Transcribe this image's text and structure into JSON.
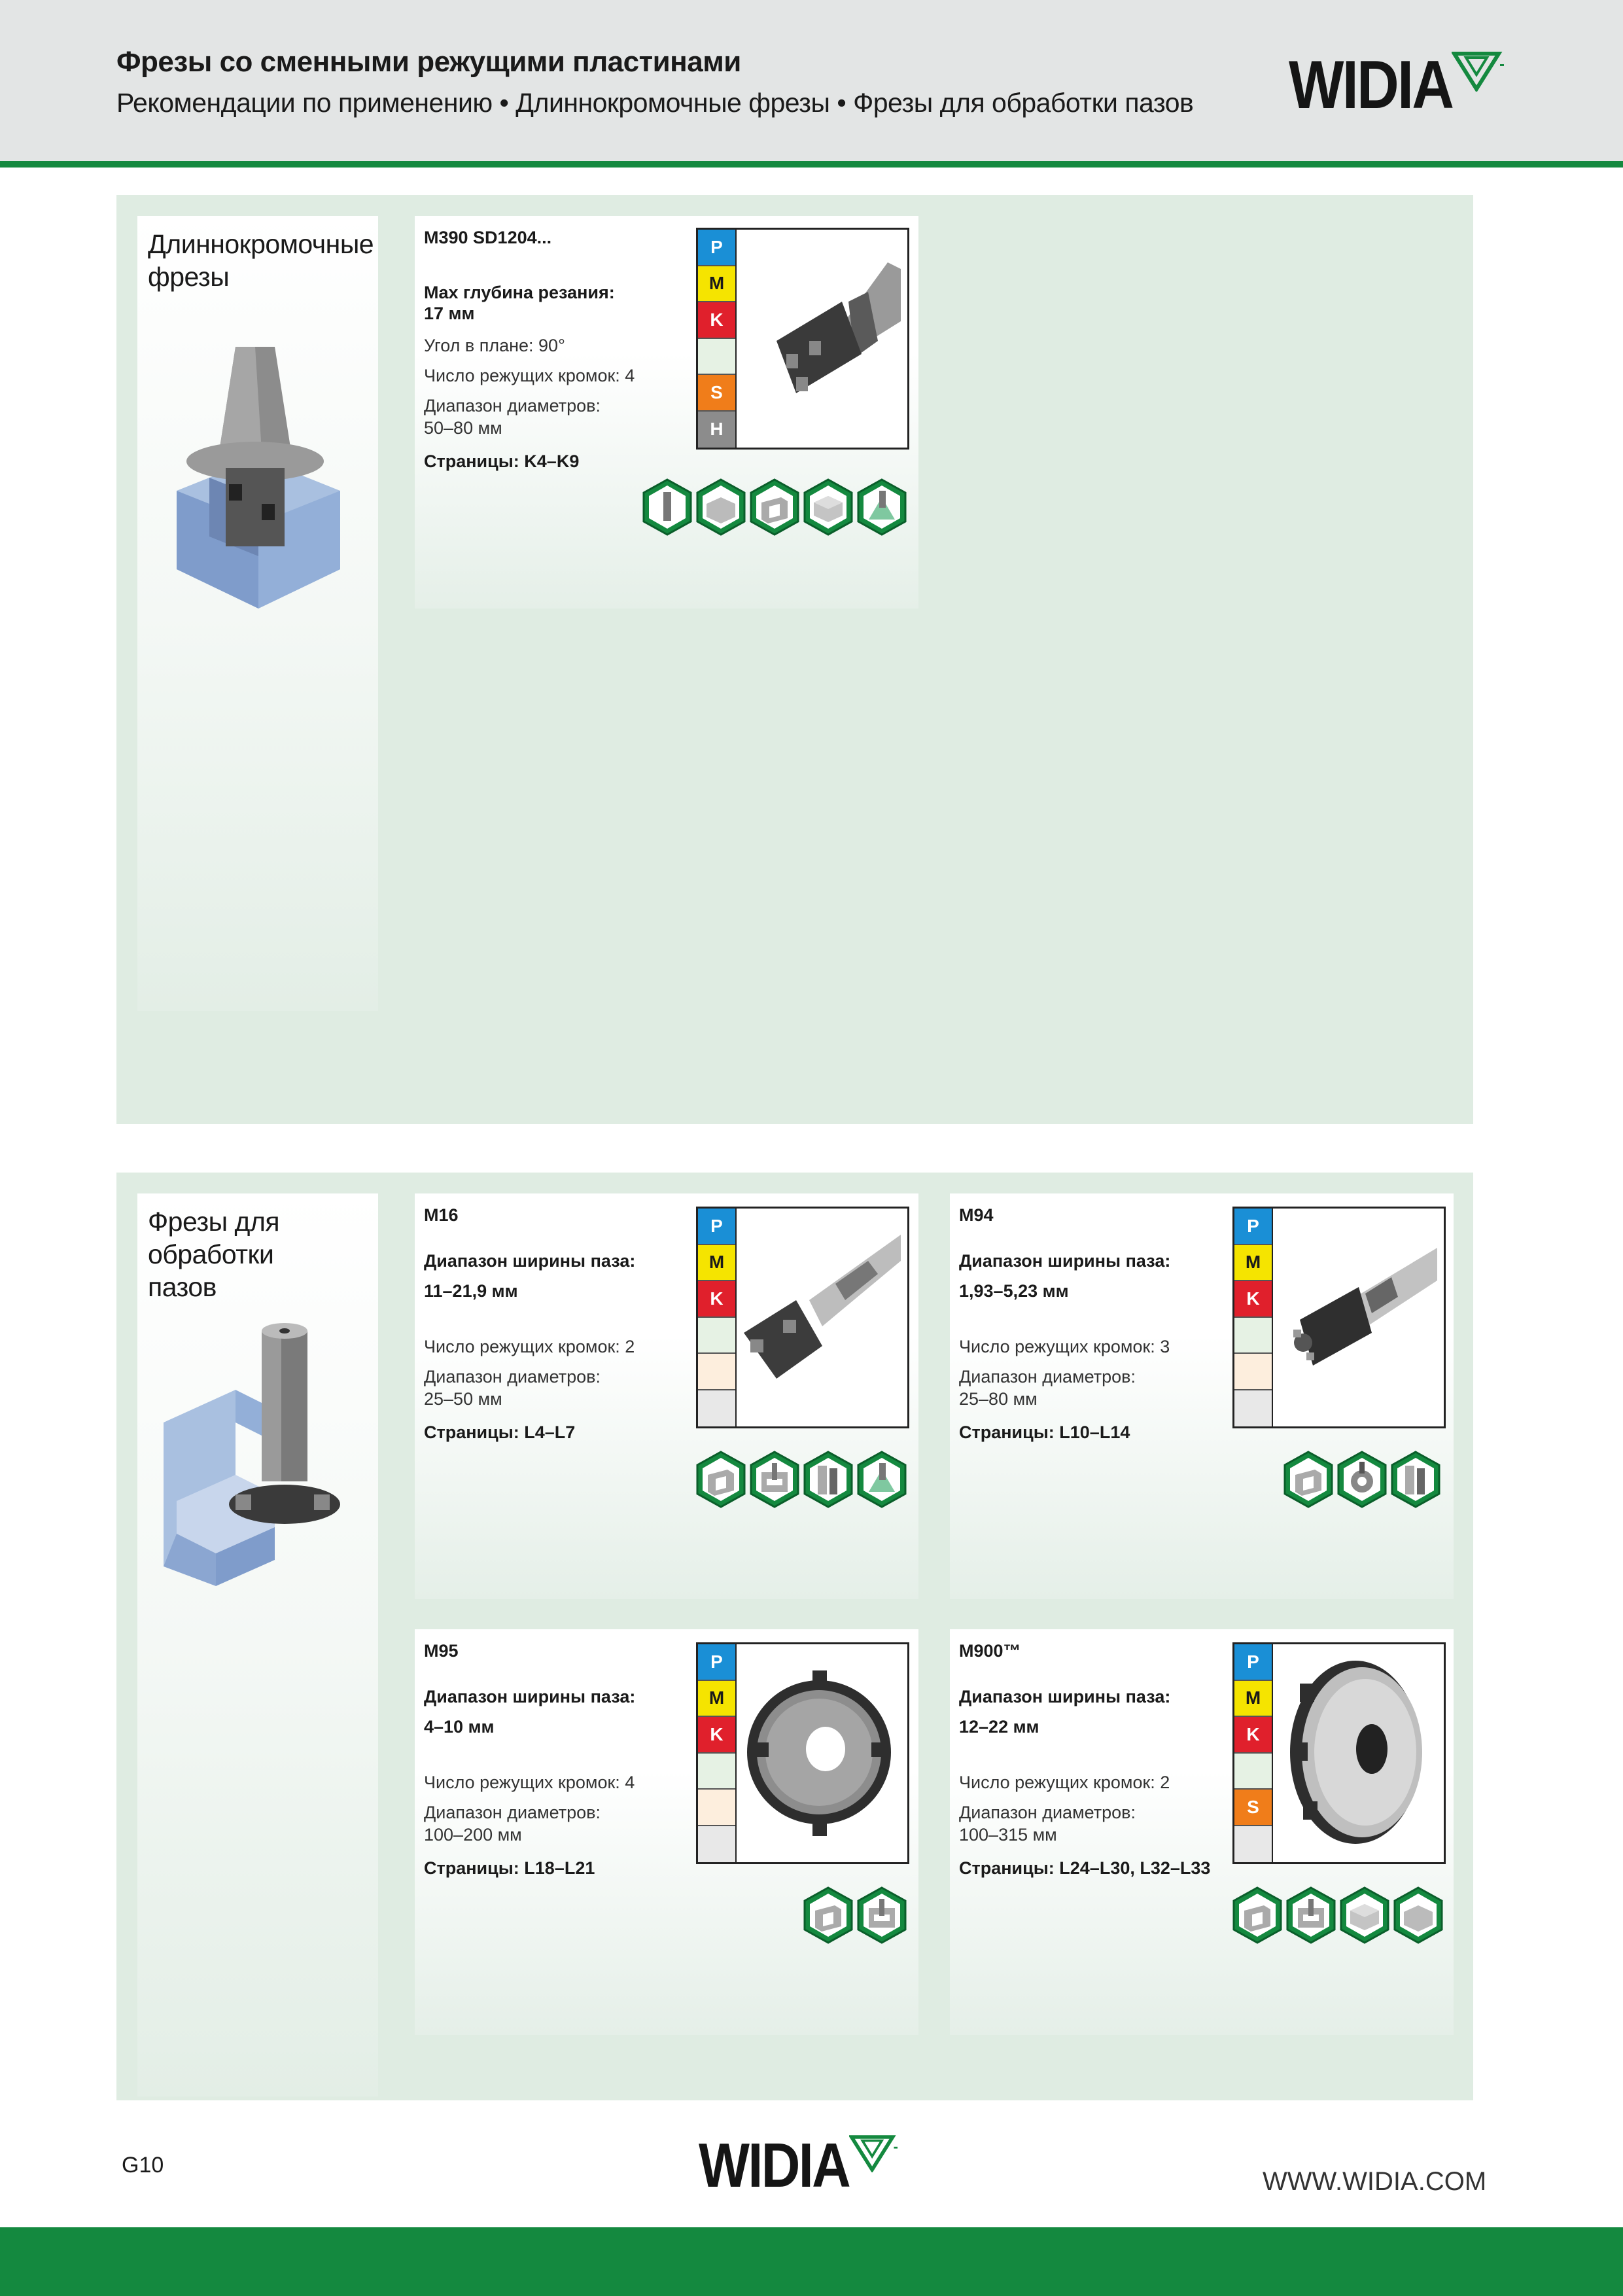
{
  "header": {
    "title": "Фрезы со сменными режущими пластинами",
    "subtitle": "Рекомендации по применению • Длиннокромочные фрезы • Фрезы для обработки пазов",
    "logo": "WIDIA"
  },
  "colors": {
    "brand_green": "#14893f",
    "P": "#1a8fd6",
    "M": "#f5e400",
    "K": "#e0202c",
    "N": "#e6f2e4",
    "S": "#f07d1a",
    "H": "#8c8c8c",
    "S_empty": "#fdeedd",
    "H_empty": "#e8e8e8"
  },
  "sections": [
    {
      "category": "Длиннокромочные\nфрезы",
      "products": [
        {
          "name": "M390 SD1204...",
          "lines_bold": [
            "Max глубина резания:",
            "17 мм"
          ],
          "lines": [
            "Угол в плане: 90°",
            "Число режущих кромок: 4",
            "Диапазон диаметров:",
            "50–80 мм"
          ],
          "pages": "Страницы: K4–K9",
          "materials": [
            "P",
            "M",
            "K",
            "",
            "S",
            "H"
          ],
          "icons": [
            "shank-icon",
            "shoulder-icon",
            "slot-icon",
            "face-icon",
            "ramp-icon"
          ]
        }
      ]
    },
    {
      "category": "Фрезы для\nобработки\nпазов",
      "products": [
        {
          "name": "M16",
          "lines_bold": [
            "Диапазон ширины паза:",
            "11–21,9 мм"
          ],
          "lines": [
            "Число режущих кромок: 2",
            "Диапазон диаметров:",
            "25–50 мм"
          ],
          "pages": "Страницы: L4–L7",
          "materials": [
            "P",
            "M",
            "K",
            "",
            "",
            ""
          ],
          "icons": [
            "slot-icon",
            "t-slot-icon",
            "side-icon",
            "ramp-icon"
          ]
        },
        {
          "name": "M94",
          "lines_bold": [
            "Диапазон ширины паза:",
            "1,93–5,23 мм"
          ],
          "lines": [
            "Число режущих кромок: 3",
            "Диапазон диаметров:",
            "25–80 мм"
          ],
          "pages": "Страницы: L10–L14",
          "materials": [
            "P",
            "M",
            "K",
            "",
            "",
            ""
          ],
          "icons": [
            "slot-icon",
            "gear-icon",
            "side-icon"
          ]
        },
        {
          "name": "M95",
          "lines_bold": [
            "Диапазон ширины паза:",
            "4–10 мм"
          ],
          "lines": [
            "Число режущих кромок: 4",
            "Диапазон диаметров:",
            "100–200 мм"
          ],
          "pages": "Страницы: L18–L21",
          "materials": [
            "P",
            "M",
            "K",
            "",
            "",
            ""
          ],
          "icons": [
            "slot-icon",
            "t-slot-icon"
          ]
        },
        {
          "name": "M900™",
          "lines_bold": [
            "Диапазон ширины паза:",
            "12–22 мм"
          ],
          "lines": [
            "Число режущих кромок: 2",
            "Диапазон диаметров:",
            "100–315 мм"
          ],
          "pages": "Страницы: L24–L30, L32–L33",
          "materials": [
            "P",
            "M",
            "K",
            "",
            "S",
            ""
          ],
          "icons": [
            "slot-icon",
            "t-slot-icon",
            "face-icon",
            "shoulder-icon"
          ]
        }
      ]
    }
  ],
  "footer": {
    "page": "G10",
    "logo": "WIDIA",
    "url": "WWW.WIDIA.COM"
  }
}
